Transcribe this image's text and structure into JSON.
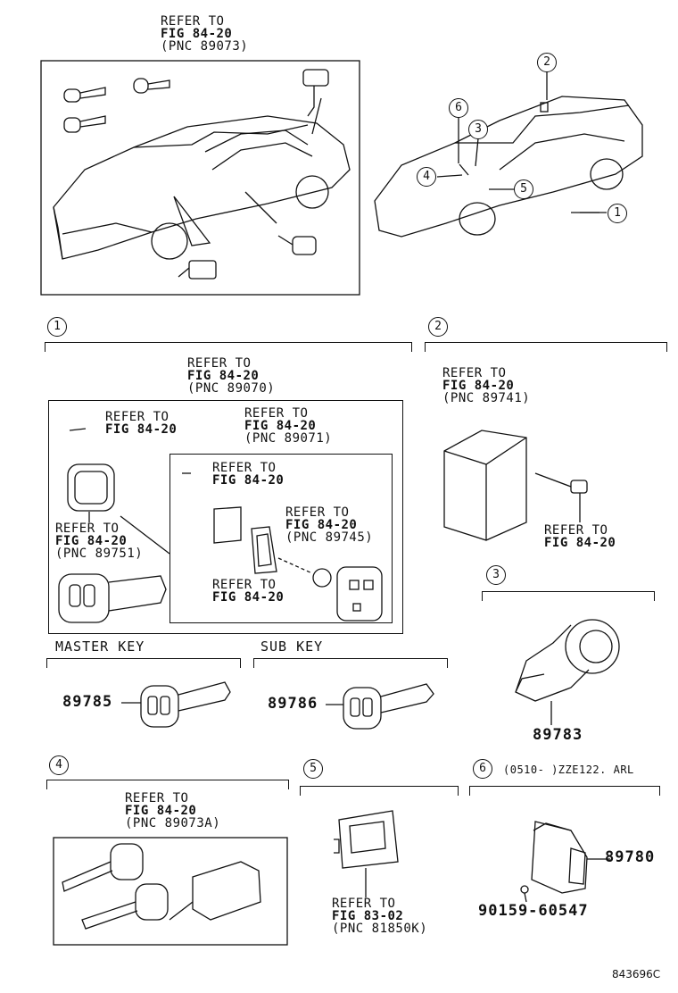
{
  "top_left_ref": {
    "line1": "REFER TO",
    "line2": "FIG 84-20",
    "line3": "(PNC 89073)"
  },
  "callouts": [
    "1",
    "2",
    "3",
    "4",
    "5",
    "6"
  ],
  "section1": {
    "num": "1",
    "ref_main": {
      "line1": "REFER TO",
      "line2": "FIG 84-20",
      "line3": "(PNC 89070)"
    },
    "ref_screw": {
      "line1": "REFER TO",
      "line2": "FIG 84-20"
    },
    "ref_inner": {
      "line1": "REFER TO",
      "line2": "FIG 84-20",
      "line3": "(PNC 89071)"
    },
    "ref_inner_screw": {
      "line1": "REFER TO",
      "line2": "FIG 84-20"
    },
    "ref_battery": {
      "line1": "REFER TO",
      "line2": "FIG 84-20",
      "line3": "(PNC 89745)"
    },
    "ref_case": {
      "line1": "REFER TO",
      "line2": "FIG 84-20",
      "line3": "(PNC 89751)"
    },
    "ref_plate": {
      "line1": "REFER TO",
      "line2": "FIG 84-20"
    }
  },
  "section2": {
    "num": "2",
    "ref_unit": {
      "line1": "REFER TO",
      "line2": "FIG 84-20",
      "line3": "(PNC 89741)"
    },
    "ref_bolt": {
      "line1": "REFER TO",
      "line2": "FIG 84-20"
    }
  },
  "master_key": {
    "label": "MASTER KEY",
    "part": "89785"
  },
  "sub_key": {
    "label": "SUB KEY",
    "part": "89786"
  },
  "section3": {
    "num": "3",
    "part": "89783"
  },
  "section4": {
    "num": "4",
    "ref": {
      "line1": "REFER TO",
      "line2": "FIG 84-20",
      "line3": "(PNC 89073A)"
    }
  },
  "section5": {
    "num": "5",
    "ref": {
      "line1": "REFER TO",
      "line2": "FIG 83-02",
      "line3": "(PNC 81850K)"
    }
  },
  "section6": {
    "num": "6",
    "note": "(0510-      )ZZE122. ARL",
    "part": "89780",
    "screw": "90159-60547"
  },
  "diagram_code": "843696C"
}
